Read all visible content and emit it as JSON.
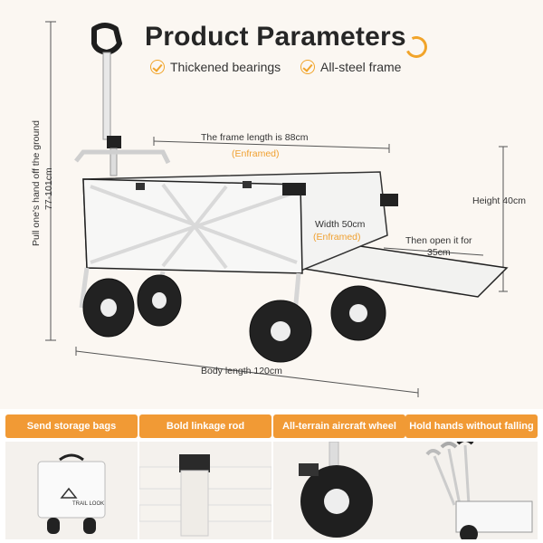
{
  "header": {
    "title": "Product Parameters",
    "features": [
      "Thickened bearings",
      "All-steel frame"
    ]
  },
  "dimensions": {
    "handle_height_label": "Pull one's hand off the ground",
    "handle_height_value": "77-101cm",
    "frame_length": "The frame length is 88cm",
    "frame_length_note": "(Enframed)",
    "width": "Width 50cm",
    "width_note": "(Enframed)",
    "height": "Height 40cm",
    "open_line1": "Then open it for",
    "open_line2": "35cm",
    "body_length": "Body length 120cm"
  },
  "tiles": [
    {
      "label": "Send storage bags",
      "icon": "storage-bag"
    },
    {
      "label": "Bold linkage rod",
      "icon": "linkage-rod"
    },
    {
      "label": "All-terrain aircraft wheel",
      "icon": "wheel"
    },
    {
      "label": "Hold hands without falling",
      "icon": "handles"
    }
  ],
  "bag_logo": "TRAIL LOOK",
  "colors": {
    "accent": "#f19a35",
    "orange_text": "#f0a030",
    "title": "#262626",
    "background": "#fbf7f2"
  }
}
